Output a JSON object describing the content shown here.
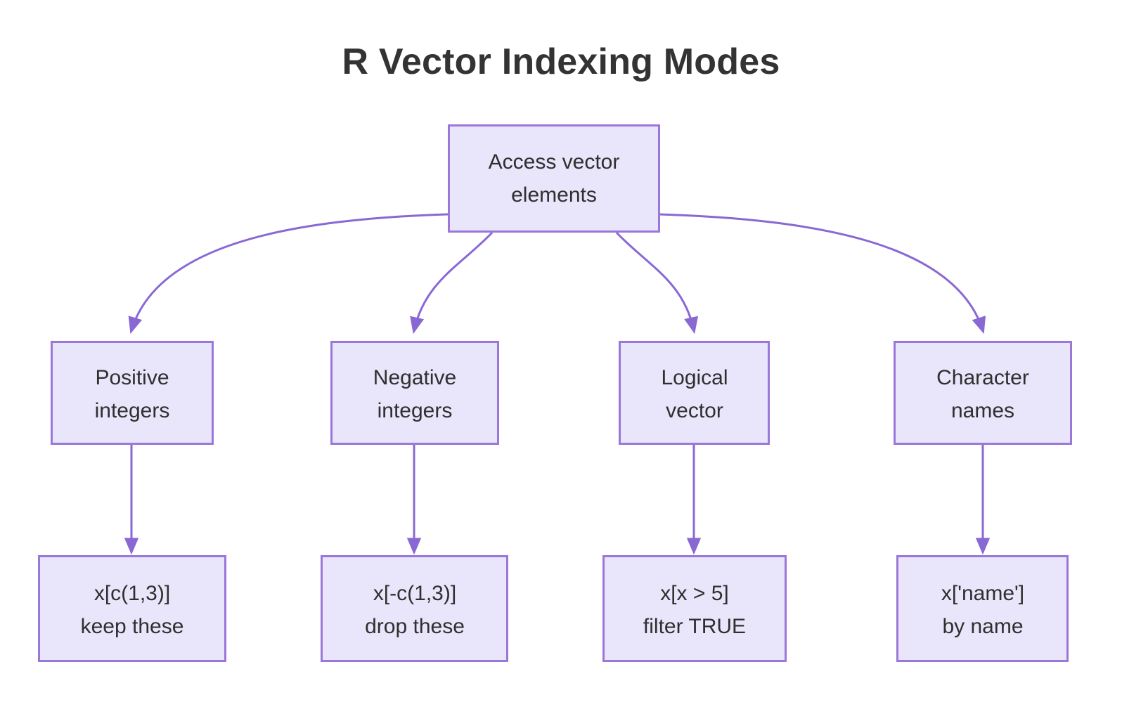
{
  "diagram": {
    "title": "R Vector Indexing Modes",
    "type": "flowchart",
    "direction": "top-down",
    "colors": {
      "node_fill": "#e9e5fb",
      "node_border": "#9c77da",
      "edge": "#8a68d4",
      "text": "#2f2f2f",
      "title_text": "#333333",
      "background": "#ffffff"
    },
    "root": {
      "id": "root",
      "line1": "Access vector",
      "line2": "elements"
    },
    "modes": [
      {
        "id": "positive",
        "line1": "Positive",
        "line2": "integers",
        "example_line1": "x[c(1,3)]",
        "example_line2": "keep these"
      },
      {
        "id": "negative",
        "line1": "Negative",
        "line2": "integers",
        "example_line1": "x[-c(1,3)]",
        "example_line2": "drop these"
      },
      {
        "id": "logical",
        "line1": "Logical",
        "line2": "vector",
        "example_line1": "x[x > 5]",
        "example_line2": "filter TRUE"
      },
      {
        "id": "character",
        "line1": "Character",
        "line2": "names",
        "example_line1": "x['name']",
        "example_line2": "by name"
      }
    ]
  }
}
